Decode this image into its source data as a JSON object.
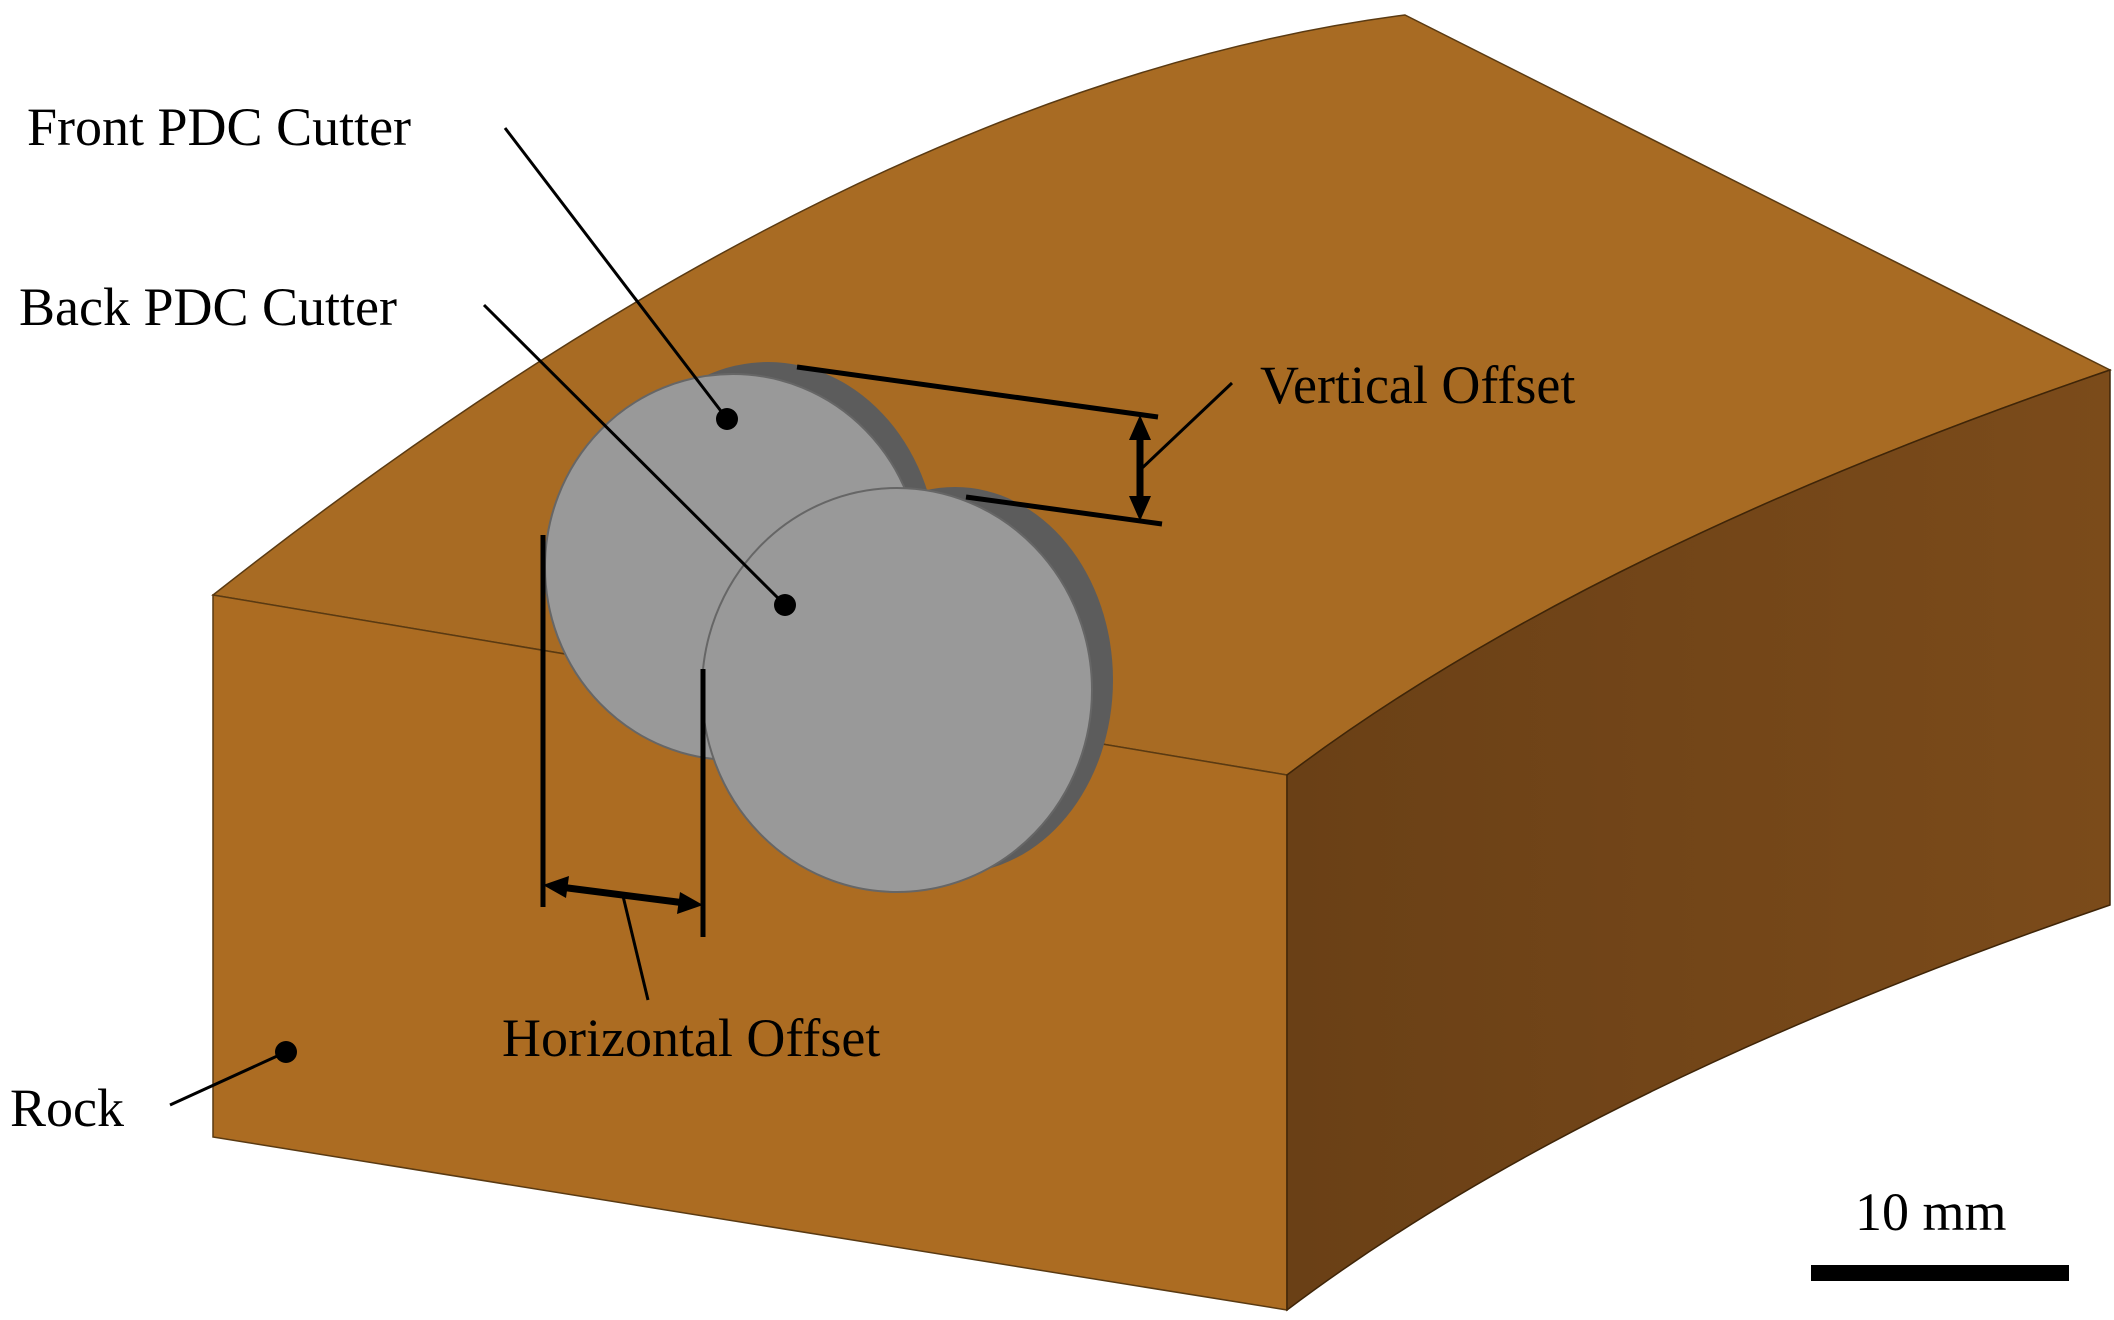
{
  "labels": {
    "front_cutter": "Front PDC Cutter",
    "back_cutter": "Back PDC Cutter",
    "vertical_offset": "Vertical Offset",
    "horizontal_offset": "Horizontal Offset",
    "rock": "Rock",
    "scale_bar": "10 mm"
  },
  "colors": {
    "rock_top": "#A86B23",
    "rock_front": "#AC6C22",
    "rock_side": "#6A4016",
    "cutter_face": "#999999",
    "cutter_side": "#5C5C5C",
    "annotation": "#000000"
  }
}
